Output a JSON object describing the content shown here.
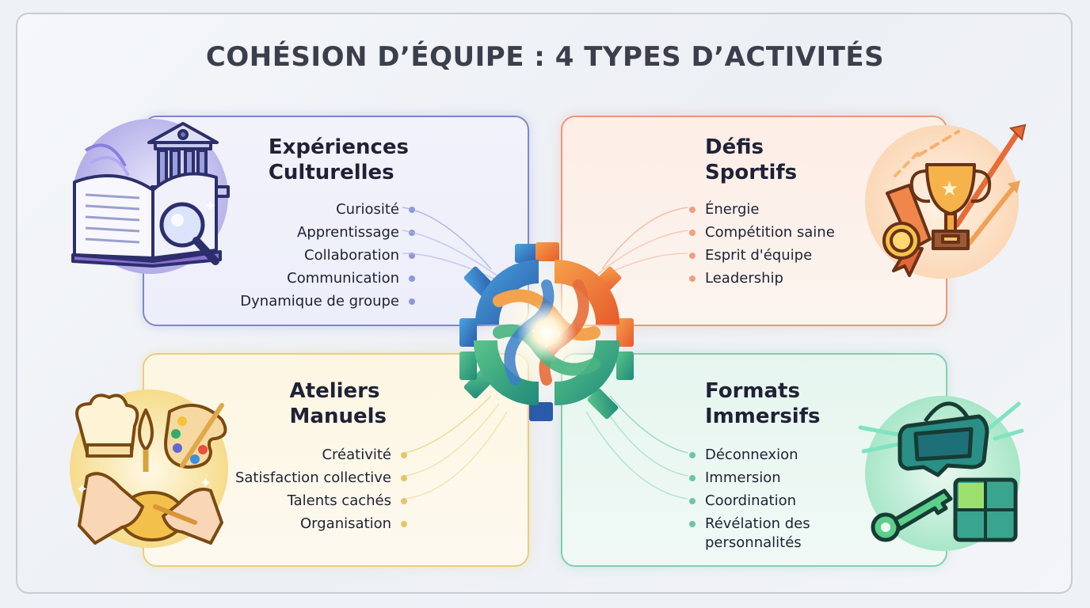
{
  "title": "COHÉSION D’ÉQUIPE : 4 TYPES D’ACTIVITÉS",
  "center": {
    "icon": "interlocking-gears-icon"
  },
  "categories": [
    {
      "id": "cultural",
      "position": "top-left",
      "heading_line1": "Expériences",
      "heading_line2": "Culturelles",
      "icon": "book-museum-magnifier-icon",
      "color": "#7f86c9",
      "items": [
        "Curiosité",
        "Apprentissage",
        "Collaboration",
        "Communication",
        "Dynamique de groupe"
      ]
    },
    {
      "id": "sports",
      "position": "top-right",
      "heading_line1": "Défis",
      "heading_line2": "Sportifs",
      "icon": "trophy-medal-arrows-icon",
      "color": "#e59a7a",
      "items": [
        "Énergie",
        "Compétition saine",
        "Esprit d'équipe",
        "Leadership"
      ]
    },
    {
      "id": "crafts",
      "position": "bottom-left",
      "heading_line1": "Ateliers",
      "heading_line2": "Manuels",
      "icon": "chef-hat-whisk-palette-hands-icon",
      "color": "#e8cf7c",
      "items": [
        "Créativité",
        "Satisfaction collective",
        "Talents cachés",
        "Organisation"
      ]
    },
    {
      "id": "immersive",
      "position": "bottom-right",
      "heading_line1": "Formats",
      "heading_line2": "Immersifs",
      "icon": "vr-headset-key-puzzle-icon",
      "color": "#86cdb2",
      "items": [
        "Déconnexion",
        "Immersion",
        "Coordination",
        "Révélation des",
        "personnalités"
      ]
    }
  ]
}
